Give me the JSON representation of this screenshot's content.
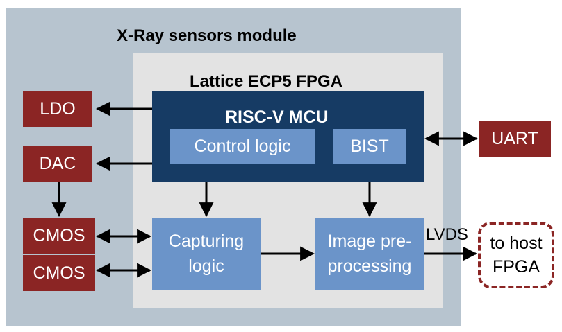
{
  "module": {
    "title": "X-Ray sensors module"
  },
  "fpga": {
    "title": "Lattice ECP5 FPGA"
  },
  "mcu": {
    "title": "RISC-V MCU",
    "control_logic": "Control logic",
    "bist": "BIST"
  },
  "external": {
    "ldo": "LDO",
    "dac": "DAC",
    "cmos_1": "CMOS",
    "cmos_2": "CMOS",
    "uart": "UART"
  },
  "blocks": {
    "capturing": "Capturing logic",
    "image": "Image pre-processing"
  },
  "host": {
    "label": "to host FPGA"
  },
  "links": {
    "lvds": "LVDS"
  },
  "colors": {
    "module_bg": "#b7c4cf",
    "fpga_bg": "#e3e3e3",
    "mcu_bg": "#163b64",
    "block_blue": "#6b94c9",
    "external_red": "#8b2524"
  }
}
